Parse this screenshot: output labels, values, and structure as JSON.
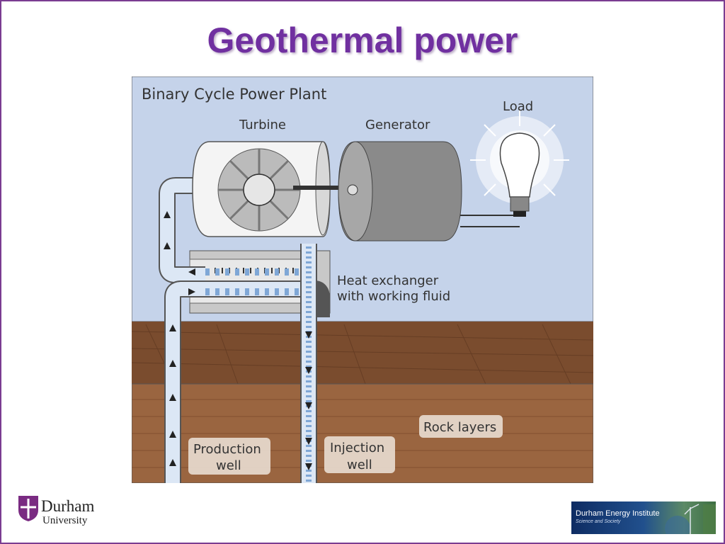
{
  "slide": {
    "title": "Geothermal power"
  },
  "diagram": {
    "title": "Binary Cycle Power Plant",
    "labels": {
      "turbine": "Turbine",
      "generator": "Generator",
      "load": "Load",
      "heat_exchanger_line1": "Heat exchanger",
      "heat_exchanger_line2": "with working fluid",
      "rock_layers": "Rock layers",
      "production_line1": "Production",
      "production_line2": "well",
      "injection_line1": "Injection",
      "injection_line2": "well"
    },
    "colors": {
      "sky": "#c5d3ea",
      "topsoil": "#7a4c2e",
      "rock": "#9a6540",
      "pipe": "#dce7f5",
      "fluid": "#7fa7d6",
      "generator": "#8a8a8a"
    }
  },
  "logos": {
    "durham": {
      "word": "Durham",
      "sub": "University"
    },
    "dei": {
      "title": "Durham Energy Institute",
      "sub": "Science and Society"
    }
  }
}
